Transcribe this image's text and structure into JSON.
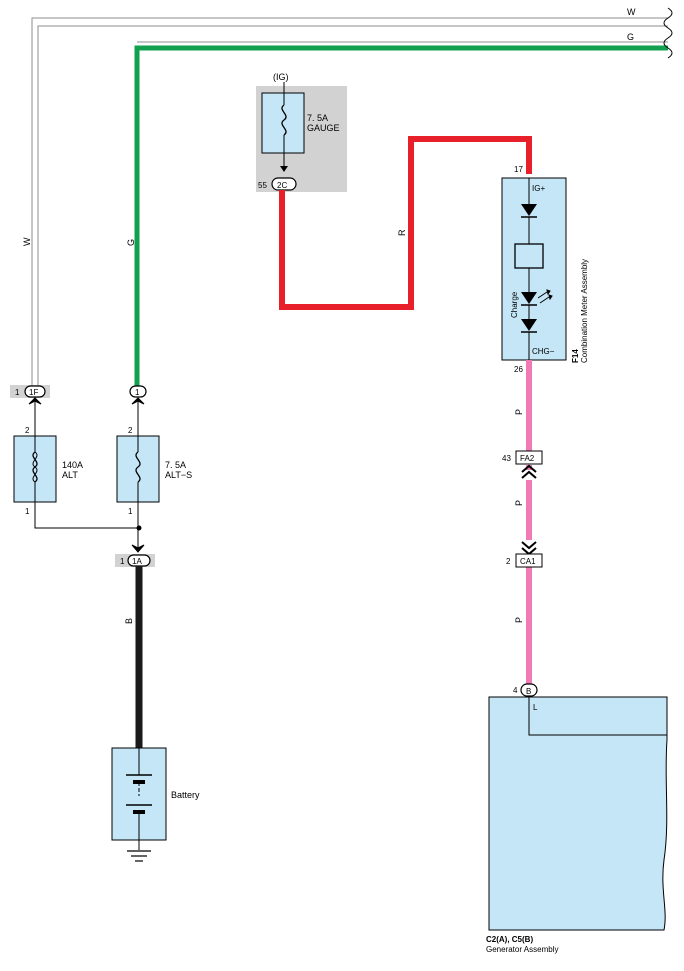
{
  "wires": {
    "w_top": "W",
    "g_top": "G",
    "w_vertical": "W",
    "g_vertical": "G",
    "r": "R",
    "b": "B",
    "p1": "P",
    "p2": "P",
    "p3": "P"
  },
  "gauge_fuse": {
    "ig": "(IG)",
    "line1": "7. 5A",
    "line2": "GAUGE",
    "pin": "55",
    "connector": "2C"
  },
  "combination_meter": {
    "pin_ig": "17",
    "ig_label": "IG+",
    "charge_label": "Charge",
    "chg_label": "CHG−",
    "pin_chg": "26",
    "code": "F14",
    "name": "Combination Meter Assembly"
  },
  "connectors": {
    "c1f_pin": "1",
    "c1f": "1F",
    "c1": "1",
    "c1a_pin": "1",
    "c1a": "1A",
    "fa2_pin": "43",
    "fa2": "FA2",
    "ca1_pin": "2",
    "ca1": "CA1",
    "b_pin": "4",
    "b": "B"
  },
  "fuse_alt": {
    "pin_top": "2",
    "pin_bottom": "1",
    "line1": "140A",
    "line2": "ALT"
  },
  "fuse_alts": {
    "pin_top": "2",
    "pin_bottom": "1",
    "line1": "7. 5A",
    "line2": "ALT−S"
  },
  "battery": {
    "label": "Battery"
  },
  "generator": {
    "terminal": "L",
    "code": "C2(A), C5(B)",
    "name": "Generator Assembly"
  },
  "colors": {
    "green_wire": "#10a050",
    "red_wire": "#e8202a",
    "pink_wire": "#f07ab4",
    "black_wire": "#1a1a1a",
    "component_fill": "#c5e6f7",
    "shade": "#d2d2d2"
  }
}
